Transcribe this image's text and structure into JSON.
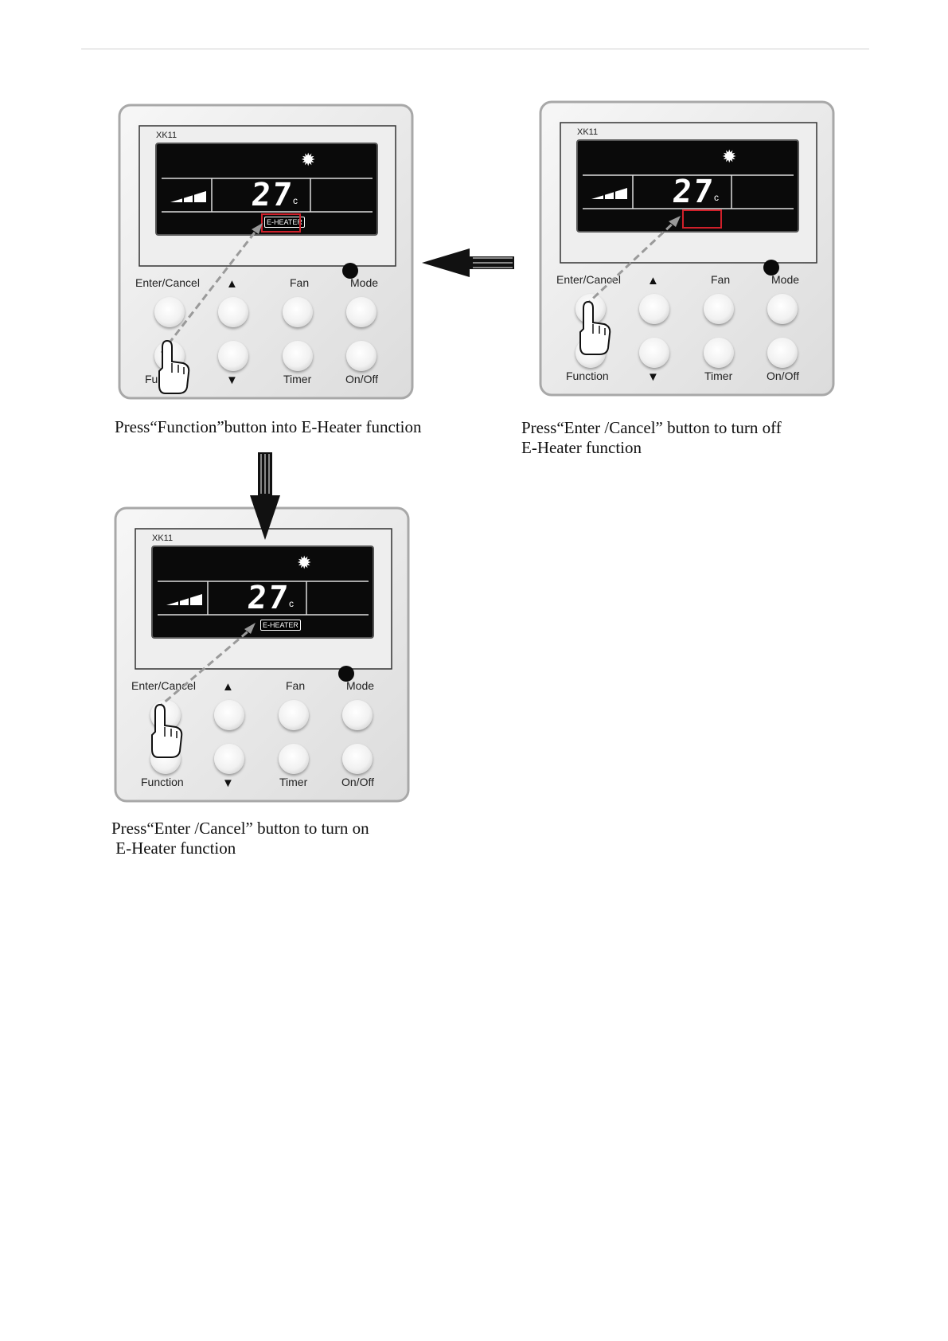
{
  "panels": [
    {
      "model": "XK11",
      "temperature": "27",
      "unit": "c",
      "sun_glyph": "✹",
      "e_heater_badge": "E-HEATER",
      "badge_highlighted": true,
      "labels": {
        "enter_cancel": "Enter/Cancel",
        "fan": "Fan",
        "mode": "Mode",
        "function": "Function",
        "timer": "Timer",
        "on_off": "On/Off"
      },
      "up_glyph": "▲",
      "down_glyph": "▼",
      "caption": "Press“Function”button into E-Heater function"
    },
    {
      "model": "XK11",
      "temperature": "27",
      "unit": "c",
      "sun_glyph": "✹",
      "e_heater_badge": "",
      "badge_highlighted": true,
      "labels": {
        "enter_cancel": "Enter/Cancel",
        "fan": "Fan",
        "mode": "Mode",
        "function": "Function",
        "timer": "Timer",
        "on_off": "On/Off"
      },
      "up_glyph": "▲",
      "down_glyph": "▼",
      "caption": "Press“Enter /Cancel” button to turn off\nE-Heater function"
    },
    {
      "model": "XK11",
      "temperature": "27",
      "unit": "c",
      "sun_glyph": "✹",
      "e_heater_badge": "E-HEATER",
      "badge_highlighted": false,
      "labels": {
        "enter_cancel": "Enter/Cancel",
        "fan": "Fan",
        "mode": "Mode",
        "function": "Function",
        "timer": "Timer",
        "on_off": "On/Off"
      },
      "up_glyph": "▲",
      "down_glyph": "▼",
      "caption": "Press“Enter /Cancel” button to turn on\n E-Heater function"
    }
  ],
  "colors": {
    "highlight_box": "#d0202a",
    "pointer_arrow": "#9a9a9a",
    "flow_arrow": "#111111"
  },
  "icons": {
    "flow_left": "arrow-left-icon",
    "flow_down": "arrow-down-icon",
    "hand": "pointing-hand-icon"
  }
}
